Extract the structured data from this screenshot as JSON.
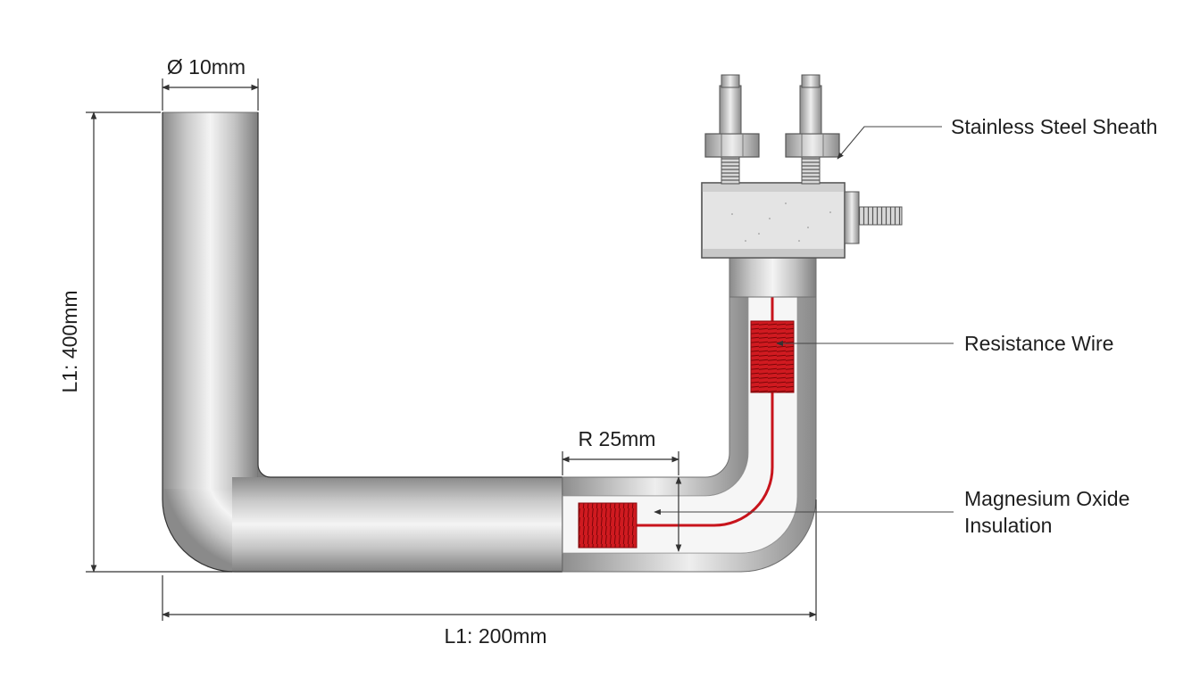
{
  "dimensions": {
    "diameter": "Ø 10mm",
    "vertical_length": "L1: 400mm",
    "horizontal_length": "L1: 200mm",
    "bend_radius": "R 25mm"
  },
  "callouts": {
    "sheath": "Stainless Steel Sheath",
    "wire": "Resistance Wire",
    "insulation_line1": "Magnesium Oxide",
    "insulation_line2": "Insulation"
  },
  "colors": {
    "steel_dark": "#8c8c8c",
    "steel_light": "#f2f2f2",
    "wire_red": "#c8141c",
    "cement": "#e6e6e6",
    "line": "#333333"
  }
}
